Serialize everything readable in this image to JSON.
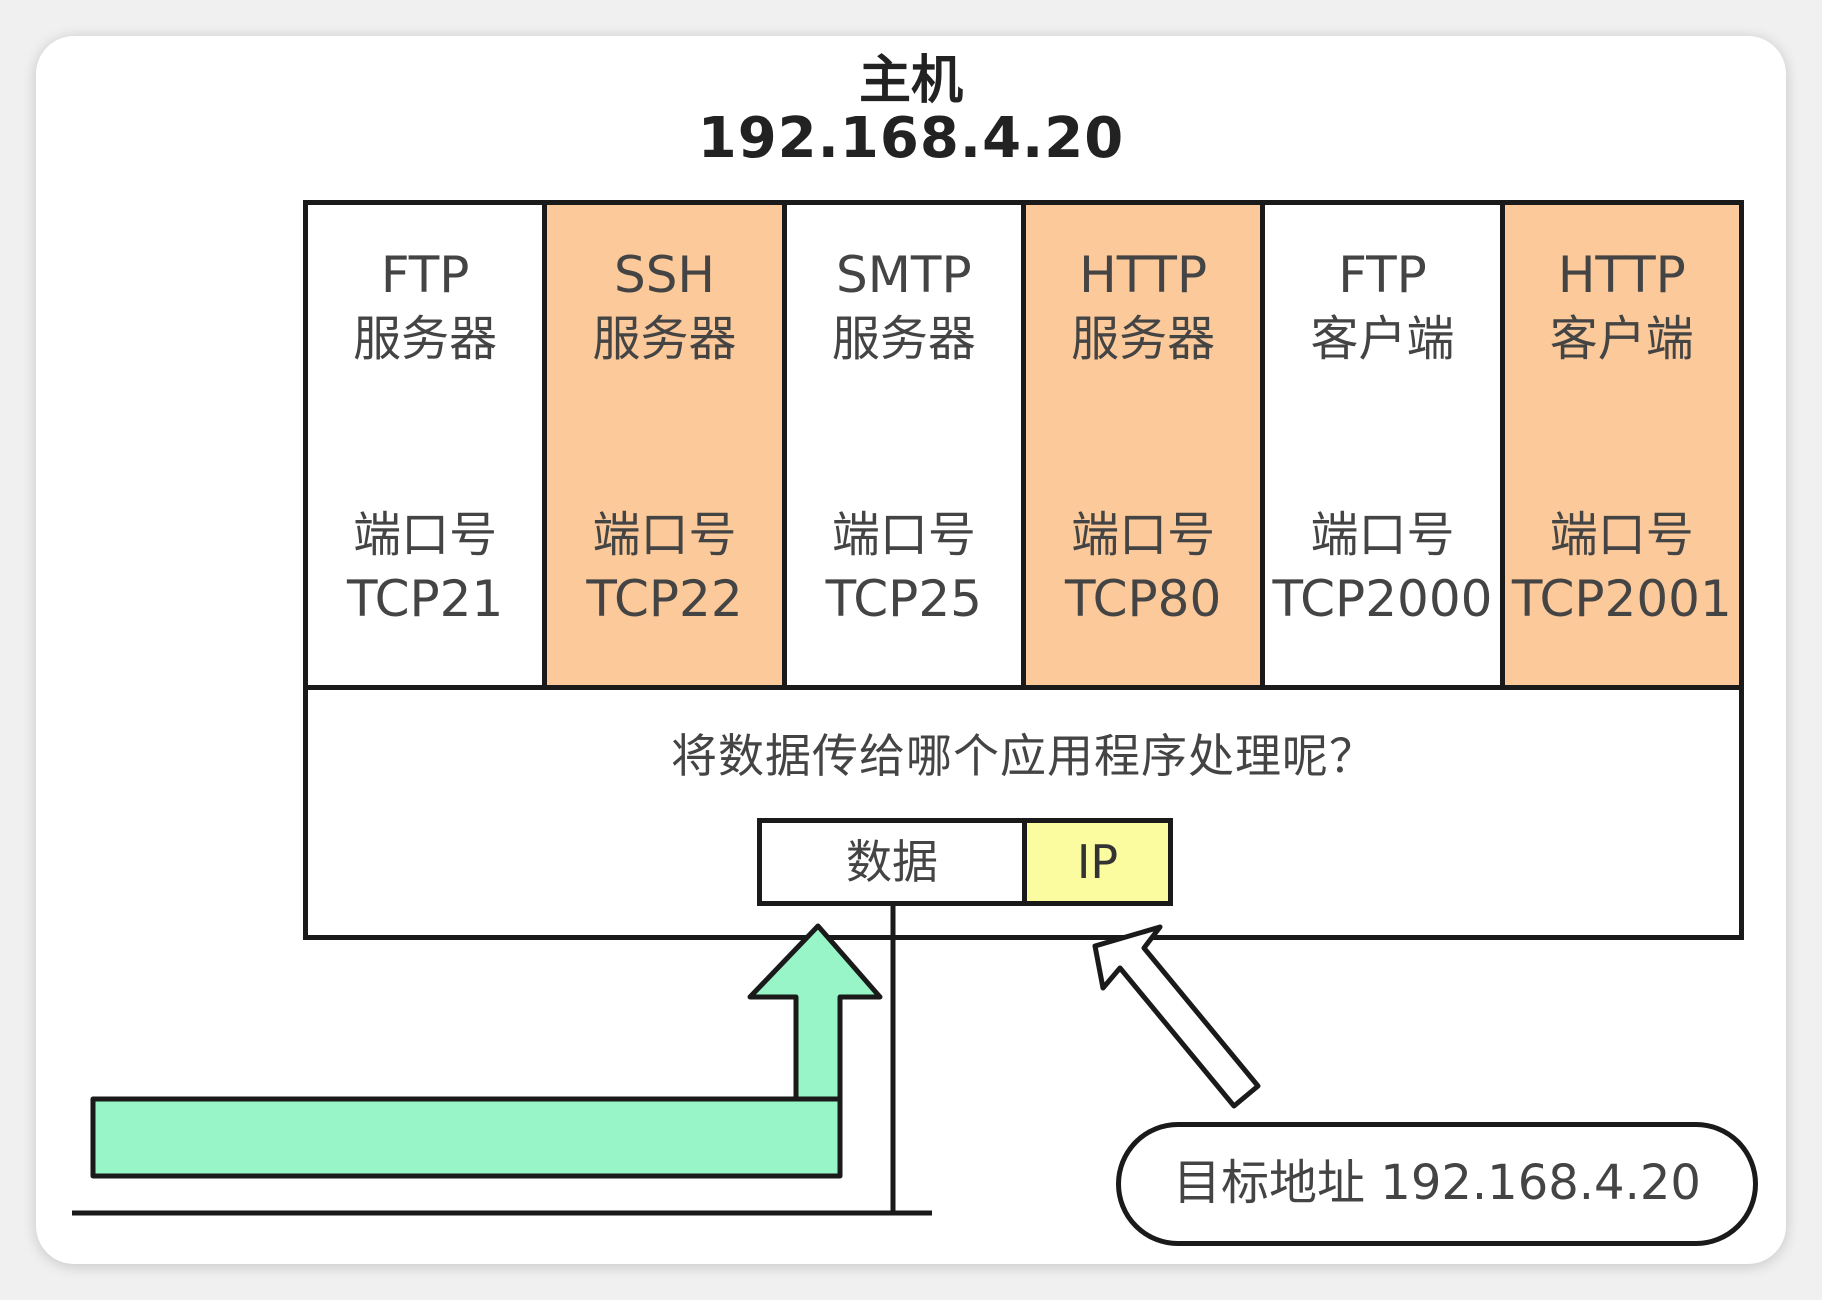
{
  "host": {
    "title": "主机",
    "ip": "192.168.4.20"
  },
  "apps": [
    {
      "protocol": "FTP",
      "kind": "服务器",
      "port_label": "端口号",
      "port": "TCP21",
      "highlight": false
    },
    {
      "protocol": "SSH",
      "kind": "服务器",
      "port_label": "端口号",
      "port": "TCP22",
      "highlight": true
    },
    {
      "protocol": "SMTP",
      "kind": "服务器",
      "port_label": "端口号",
      "port": "TCP25",
      "highlight": false
    },
    {
      "protocol": "HTTP",
      "kind": "服务器",
      "port_label": "端口号",
      "port": "TCP80",
      "highlight": true
    },
    {
      "protocol": "FTP",
      "kind": "客户端",
      "port_label": "端口号",
      "port": "TCP2000",
      "highlight": false
    },
    {
      "protocol": "HTTP",
      "kind": "客户端",
      "port_label": "端口号",
      "port": "TCP2001",
      "highlight": true
    }
  ],
  "question": "将数据传给哪个应用程序处理呢？",
  "packet": {
    "data_label": "数据",
    "ip_label": "IP"
  },
  "destination": "目标地址 192.168.4.20",
  "colors": {
    "highlight": "#fbc99a",
    "ip_field": "#fbfba0",
    "arrow": "#98f5c8",
    "line": "#1a1a1a"
  }
}
